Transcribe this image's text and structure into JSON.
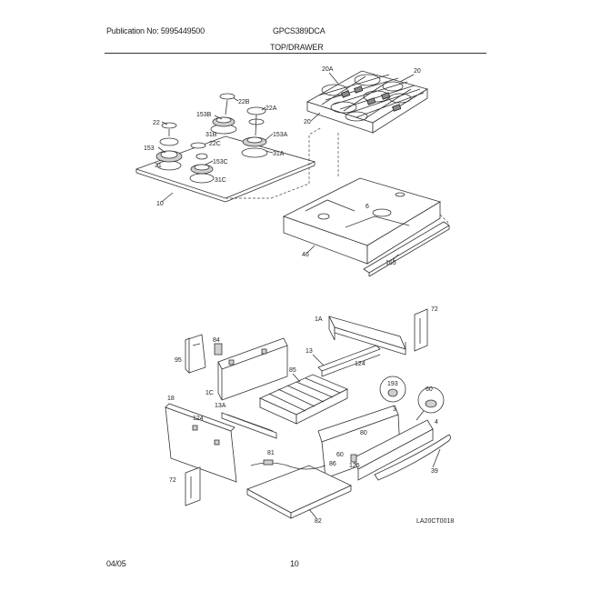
{
  "header": {
    "publication": "Publication No: 5995449500",
    "model": "GPCS389DCA",
    "section": "TOP/DRAWER"
  },
  "footer": {
    "date": "04/05",
    "page": "10"
  },
  "diagram_code": "LA20CT0018",
  "callouts": {
    "grate_20A": "20A",
    "grate_20_right": "20",
    "grate_20_left": "20",
    "cap_22B": "22B",
    "cap_22A": "22A",
    "cap_22": "22",
    "burner_153B": "153B",
    "burner_153A": "153A",
    "burner_31B": "31B",
    "burner_22C": "22C",
    "burner_153": "153",
    "burner_31A": "31A",
    "burner_153C": "153C",
    "burner_31": "31",
    "burner_31C": "31C",
    "cooktop_10": "10",
    "box_6": "6",
    "box_46": "46",
    "rail_165": "165",
    "panel_1A": "1A",
    "part_72_top": "72",
    "part_95": "95",
    "part_84": "84",
    "part_85": "85",
    "part_13": "13",
    "part_124_top": "124",
    "part_193": "193",
    "part_60_circle": "60",
    "part_1C": "1C",
    "part_18": "18",
    "part_13A": "13A",
    "part_124_left": "124",
    "part_3": "3",
    "part_4": "4",
    "part_80": "80",
    "part_81": "81",
    "part_86": "86",
    "part_60": "60",
    "part_125": "125",
    "part_39": "39",
    "part_72_bottom": "72",
    "part_82": "82"
  }
}
